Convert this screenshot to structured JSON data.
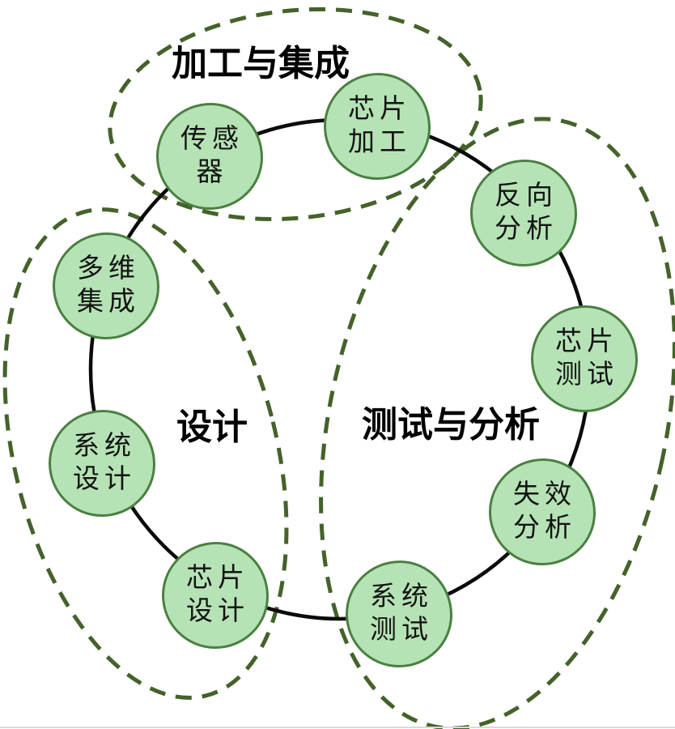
{
  "diagram": {
    "groups": [
      {
        "id": "processing-integration",
        "label": "加工与集成",
        "members": [
          "传感器",
          "芯片加工"
        ]
      },
      {
        "id": "design",
        "label": "设计",
        "members": [
          "多维集成",
          "系统设计",
          "芯片设计"
        ]
      },
      {
        "id": "testing-analysis",
        "label": "测试与分析",
        "members": [
          "反向分析",
          "芯片测试",
          "失效分析",
          "系统测试"
        ]
      }
    ],
    "nodes": [
      {
        "id": "sensor",
        "label": "传感器",
        "line1": "传感",
        "line2": "器"
      },
      {
        "id": "chip-processing",
        "label": "芯片加工",
        "line1": "芯片",
        "line2": "加工"
      },
      {
        "id": "reverse-analysis",
        "label": "反向分析",
        "line1": "反向",
        "line2": "分析"
      },
      {
        "id": "chip-testing",
        "label": "芯片测试",
        "line1": "芯片",
        "line2": "测试"
      },
      {
        "id": "failure-analysis",
        "label": "失效分析",
        "line1": "失效",
        "line2": "分析"
      },
      {
        "id": "system-testing",
        "label": "系统测试",
        "line1": "系统",
        "line2": "测试"
      },
      {
        "id": "chip-design",
        "label": "芯片设计",
        "line1": "芯片",
        "line2": "设计"
      },
      {
        "id": "system-design",
        "label": "系统设计",
        "line1": "系统",
        "line2": "设计"
      },
      {
        "id": "multidim-integration",
        "label": "多维集成",
        "line1": "多维",
        "line2": "集成"
      }
    ],
    "cycle_order": [
      "传感器",
      "芯片加工",
      "反向分析",
      "芯片测试",
      "失效分析",
      "系统测试",
      "芯片设计",
      "系统设计",
      "多维集成"
    ],
    "colors": {
      "node_fill": "#b6e3b6",
      "node_border": "#4a8041",
      "group_dash": "#44622a",
      "cycle_line": "#0b0b0b",
      "label_text": "#000000"
    }
  }
}
